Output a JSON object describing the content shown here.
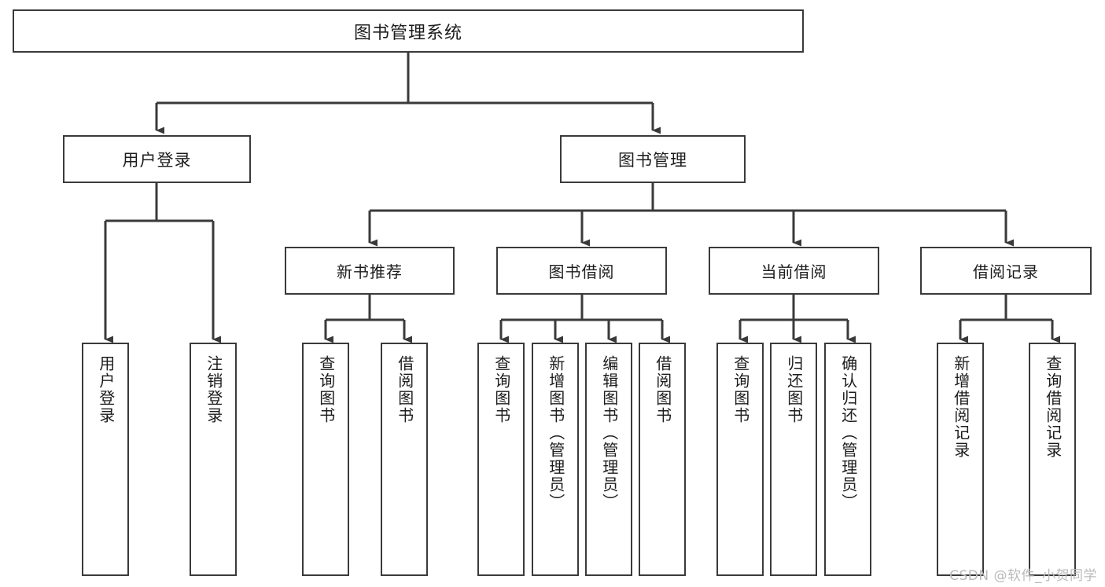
{
  "diagram": {
    "title": "图书管理系统",
    "type": "tree",
    "watermark": "CSDN @软件_小贺同学",
    "colors": {
      "border": "#3a3a3a",
      "text": "#1c1c1c",
      "background": "#ffffff",
      "watermark": "#b9b9b9"
    },
    "nodes": {
      "root": {
        "label": "图书管理系统"
      },
      "level2": [
        {
          "id": "user-login",
          "label": "用户登录"
        },
        {
          "id": "book-manage",
          "label": "图书管理"
        }
      ],
      "level3": [
        {
          "id": "new-book-recommend",
          "label": "新书推荐"
        },
        {
          "id": "book-borrow",
          "label": "图书借阅"
        },
        {
          "id": "current-borrow",
          "label": "当前借阅"
        },
        {
          "id": "borrow-record",
          "label": "借阅记录"
        }
      ],
      "leaves": {
        "user_login": [
          {
            "id": "leaf-user-login",
            "label": "用户登录"
          },
          {
            "id": "leaf-logout-login",
            "label": "注销登录"
          }
        ],
        "new_book_recommend": [
          {
            "id": "leaf-query-book-1",
            "label": "查询图书"
          },
          {
            "id": "leaf-borrow-book-1",
            "label": "借阅图书"
          }
        ],
        "book_borrow": [
          {
            "id": "leaf-query-book-2",
            "label": "查询图书"
          },
          {
            "id": "leaf-add-book",
            "label": "新增图书（管理员）"
          },
          {
            "id": "leaf-edit-book",
            "label": "编辑图书（管理员）"
          },
          {
            "id": "leaf-borrow-book-2",
            "label": "借阅图书"
          }
        ],
        "current_borrow": [
          {
            "id": "leaf-query-book-3",
            "label": "查询图书"
          },
          {
            "id": "leaf-return-book",
            "label": "归还图书"
          },
          {
            "id": "leaf-confirm-return",
            "label": "确认归还（管理员）"
          }
        ],
        "borrow_record": [
          {
            "id": "leaf-add-record",
            "label": "新增借阅记录"
          },
          {
            "id": "leaf-query-record",
            "label": "查询借阅记录"
          }
        ]
      }
    }
  }
}
